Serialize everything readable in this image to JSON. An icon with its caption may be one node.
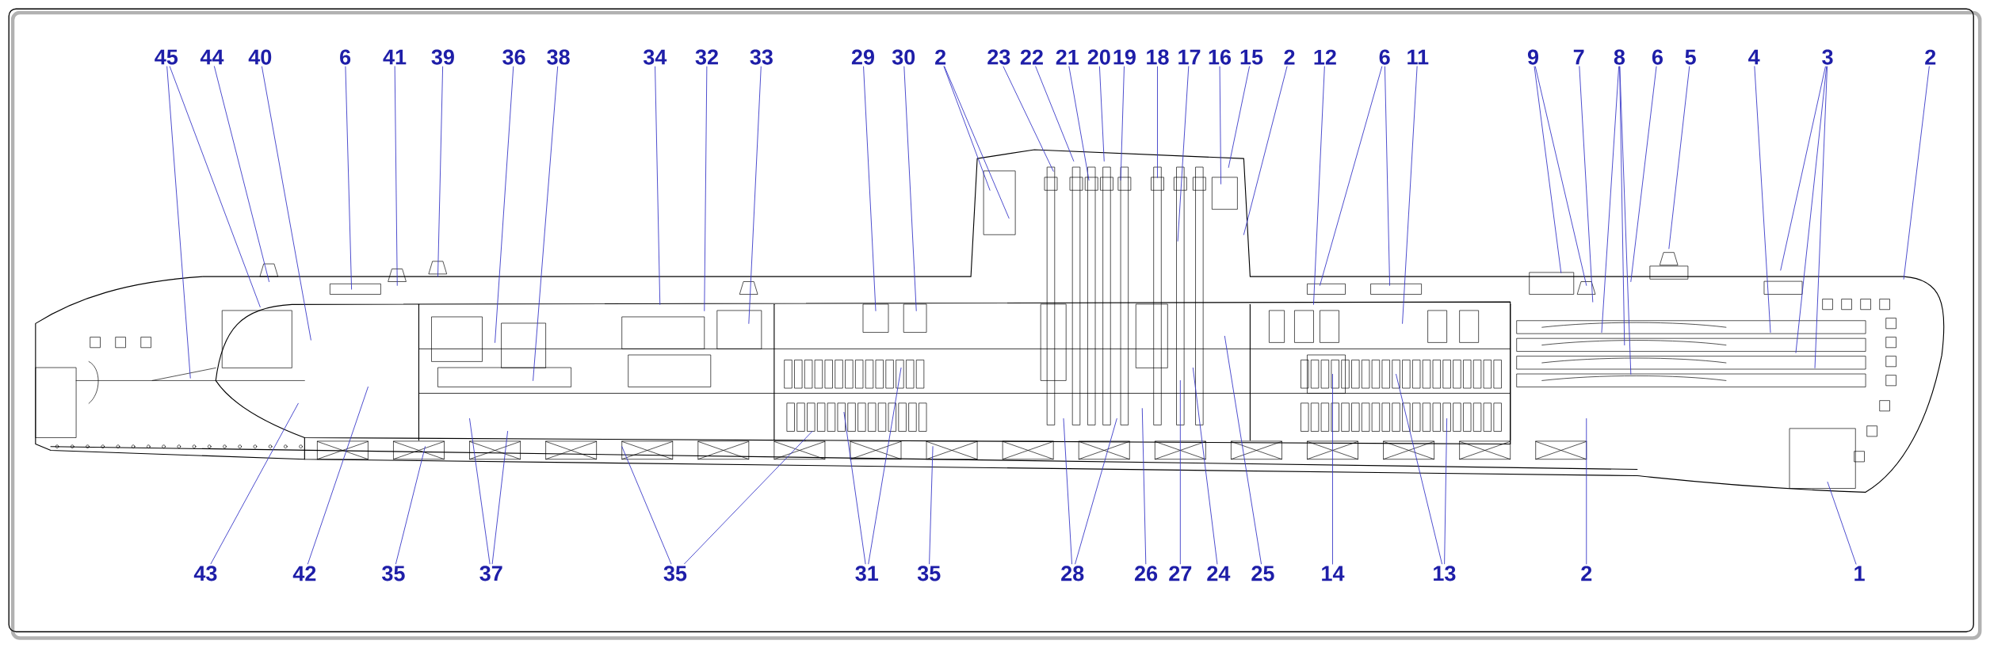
{
  "diagram": {
    "nodes": [
      {
        "text": [
          "45"
        ]
      },
      {
        "text": [
          "44"
        ]
      },
      {
        "text": [
          "40"
        ]
      },
      {
        "text": [
          "6"
        ]
      },
      {
        "text": [
          "41"
        ]
      },
      {
        "text": [
          "39"
        ]
      },
      {
        "text": [
          "36"
        ]
      },
      {
        "text": [
          "38"
        ]
      },
      {
        "text": [
          "34"
        ]
      },
      {
        "text": [
          "32"
        ]
      },
      {
        "text": [
          "33"
        ]
      },
      {
        "text": [
          "29"
        ]
      },
      {
        "text": [
          "30"
        ]
      },
      {
        "text": [
          "2"
        ]
      },
      {
        "text": [
          "23"
        ]
      },
      {
        "text": [
          "22"
        ]
      },
      {
        "text": [
          "21"
        ]
      },
      {
        "text": [
          "20"
        ]
      },
      {
        "text": [
          "19"
        ]
      },
      {
        "text": [
          "18"
        ]
      },
      {
        "text": [
          "17"
        ]
      },
      {
        "text": [
          "16"
        ]
      },
      {
        "text": [
          "15"
        ]
      },
      {
        "text": [
          "2"
        ]
      },
      {
        "text": [
          "12"
        ]
      },
      {
        "text": [
          "6"
        ]
      },
      {
        "text": [
          "11"
        ]
      },
      {
        "text": [
          "9"
        ]
      },
      {
        "text": [
          "7"
        ]
      },
      {
        "text": [
          "8"
        ]
      },
      {
        "text": [
          "6"
        ]
      },
      {
        "text": [
          "5"
        ]
      },
      {
        "text": [
          "4"
        ]
      },
      {
        "text": [
          "3"
        ]
      },
      {
        "text": [
          "2"
        ]
      },
      {
        "text": [
          "43"
        ]
      },
      {
        "text": [
          "42"
        ]
      },
      {
        "text": [
          "35"
        ]
      },
      {
        "text": [
          "37"
        ]
      },
      {
        "text": [
          "35"
        ]
      },
      {
        "text": [
          "31"
        ]
      },
      {
        "text": [
          "35"
        ]
      },
      {
        "text": [
          "28"
        ]
      },
      {
        "text": [
          "26"
        ]
      },
      {
        "text": [
          "27"
        ]
      },
      {
        "text": [
          "24"
        ]
      },
      {
        "text": [
          "25"
        ]
      },
      {
        "text": [
          "14"
        ]
      },
      {
        "text": [
          "13"
        ]
      },
      {
        "text": [
          "2"
        ]
      },
      {
        "text": [
          "1"
        ]
      }
    ],
    "edges": [
      {
        "from": 0,
        "to": null,
        "arrow": "none"
      },
      {
        "from": 0,
        "to": null,
        "arrow": "none"
      },
      {
        "from": 1,
        "to": null,
        "arrow": "none"
      },
      {
        "from": 2,
        "to": null,
        "arrow": "none"
      },
      {
        "from": 3,
        "to": null,
        "arrow": "none"
      },
      {
        "from": 4,
        "to": null,
        "arrow": "none"
      },
      {
        "from": 5,
        "to": null,
        "arrow": "none"
      },
      {
        "from": 6,
        "to": null,
        "arrow": "none"
      },
      {
        "from": 7,
        "to": null,
        "arrow": "none"
      },
      {
        "from": 8,
        "to": null,
        "arrow": "none"
      },
      {
        "from": 9,
        "to": null,
        "arrow": "none"
      },
      {
        "from": 10,
        "to": null,
        "arrow": "none"
      },
      {
        "from": 11,
        "to": null,
        "arrow": "none"
      },
      {
        "from": 12,
        "to": null,
        "arrow": "none"
      },
      {
        "from": 13,
        "to": null,
        "arrow": "none"
      },
      {
        "from": 13,
        "to": null,
        "arrow": "none"
      },
      {
        "from": 14,
        "to": null,
        "arrow": "none"
      },
      {
        "from": 15,
        "to": null,
        "arrow": "none"
      },
      {
        "from": 16,
        "to": null,
        "arrow": "none"
      },
      {
        "from": 17,
        "to": null,
        "arrow": "none"
      },
      {
        "from": 18,
        "to": null,
        "arrow": "none"
      },
      {
        "from": 19,
        "to": null,
        "arrow": "none"
      },
      {
        "from": 20,
        "to": null,
        "arrow": "none"
      },
      {
        "from": 21,
        "to": null,
        "arrow": "none"
      },
      {
        "from": 22,
        "to": null,
        "arrow": "none"
      },
      {
        "from": 23,
        "to": null,
        "arrow": "none"
      },
      {
        "from": 24,
        "to": null,
        "arrow": "none"
      },
      {
        "from": 25,
        "to": null,
        "arrow": "none"
      },
      {
        "from": 25,
        "to": null,
        "arrow": "none"
      },
      {
        "from": 26,
        "to": null,
        "arrow": "none"
      },
      {
        "from": 27,
        "to": null,
        "arrow": "none"
      },
      {
        "from": 27,
        "to": null,
        "arrow": "none"
      },
      {
        "from": 28,
        "to": null,
        "arrow": "none"
      },
      {
        "from": 29,
        "to": null,
        "arrow": "none"
      },
      {
        "from": 29,
        "to": null,
        "arrow": "none"
      },
      {
        "from": 29,
        "to": null,
        "arrow": "none"
      },
      {
        "from": 30,
        "to": null,
        "arrow": "none"
      },
      {
        "from": 31,
        "to": null,
        "arrow": "none"
      },
      {
        "from": 32,
        "to": null,
        "arrow": "none"
      },
      {
        "from": 33,
        "to": null,
        "arrow": "none"
      },
      {
        "from": 33,
        "to": null,
        "arrow": "none"
      },
      {
        "from": 33,
        "to": null,
        "arrow": "none"
      },
      {
        "from": 34,
        "to": null,
        "arrow": "none"
      },
      {
        "from": 35,
        "to": null,
        "arrow": "none"
      },
      {
        "from": 36,
        "to": null,
        "arrow": "none"
      },
      {
        "from": 37,
        "to": null,
        "arrow": "none"
      },
      {
        "from": 38,
        "to": null,
        "arrow": "none"
      },
      {
        "from": 38,
        "to": null,
        "arrow": "none"
      },
      {
        "from": 39,
        "to": null,
        "arrow": "none"
      },
      {
        "from": 39,
        "to": null,
        "arrow": "none"
      },
      {
        "from": 40,
        "to": null,
        "arrow": "none"
      },
      {
        "from": 40,
        "to": null,
        "arrow": "none"
      },
      {
        "from": 41,
        "to": null,
        "arrow": "none"
      },
      {
        "from": 42,
        "to": null,
        "arrow": "none"
      },
      {
        "from": 42,
        "to": null,
        "arrow": "none"
      },
      {
        "from": 43,
        "to": null,
        "arrow": "none"
      },
      {
        "from": 44,
        "to": null,
        "arrow": "none"
      },
      {
        "from": 45,
        "to": null,
        "arrow": "none"
      },
      {
        "from": 46,
        "to": null,
        "arrow": "none"
      },
      {
        "from": 47,
        "to": null,
        "arrow": "none"
      },
      {
        "from": 48,
        "to": null,
        "arrow": "none"
      },
      {
        "from": 48,
        "to": null,
        "arrow": "none"
      },
      {
        "from": 49,
        "to": null,
        "arrow": "none"
      },
      {
        "from": 50,
        "to": null,
        "arrow": "none"
      }
    ]
  }
}
